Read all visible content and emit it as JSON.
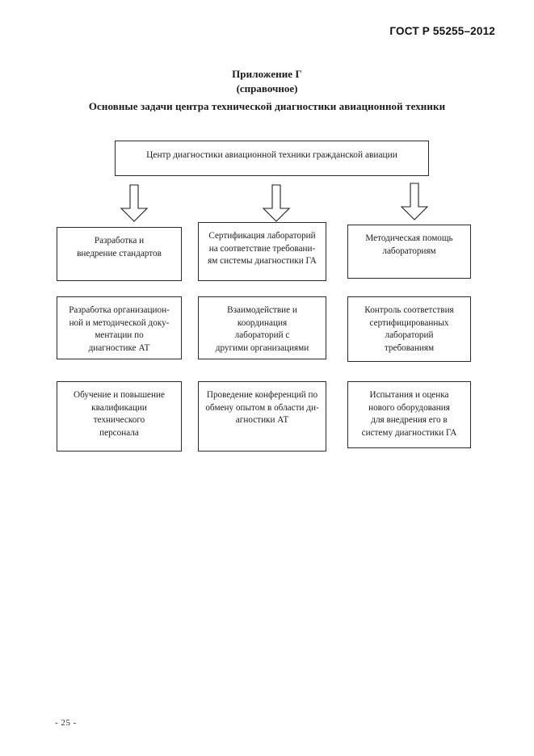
{
  "document": {
    "standard_header": "ГОСТ Р 55255–2012",
    "annex_label": "Приложение  Г",
    "annex_kind": "(справочное)",
    "annex_heading": "Основные задачи центра технической диагностики авиационной техники",
    "page_number": "- 25 -"
  },
  "diagram": {
    "root": {
      "label": "Центр диагностики авиационной техники гражданской авиации"
    },
    "arrows": [
      {
        "name": "arrow-down-left",
        "glyph": "down-arrow"
      },
      {
        "name": "arrow-down-center",
        "glyph": "down-arrow"
      },
      {
        "name": "arrow-down-right",
        "glyph": "down-arrow"
      }
    ],
    "tasks": [
      {
        "id": "task-1",
        "column": 1,
        "row": 1,
        "label": "Разработка и\nвнедрение стандартов"
      },
      {
        "id": "task-2",
        "column": 2,
        "row": 1,
        "label": "Сертификация лабораторий\nна соответствие требовани-\nям системы диагностики ГА"
      },
      {
        "id": "task-3",
        "column": 3,
        "row": 1,
        "label": "Методическая  помощь\nлабораториям"
      },
      {
        "id": "task-4",
        "column": 1,
        "row": 2,
        "label": "Разработка организацион-\nной и методической доку-\nментации по\nдиагностике АТ"
      },
      {
        "id": "task-5",
        "column": 2,
        "row": 2,
        "label": "Взаимодействие и\nкоординация\nлабораторий с\nдругими организациями"
      },
      {
        "id": "task-6",
        "column": 3,
        "row": 2,
        "label": "Контроль соответствия\nсертифицированных\nлабораторий\nтребованиям"
      },
      {
        "id": "task-7",
        "column": 1,
        "row": 3,
        "label": "Обучение и повышение\nквалификации\nтехнического\nперсонала"
      },
      {
        "id": "task-8",
        "column": 2,
        "row": 3,
        "label": "Проведение конференций по\nобмену опытом в области ди-\nагностики АТ"
      },
      {
        "id": "task-9",
        "column": 3,
        "row": 3,
        "label": "Испытания и оценка\nнового оборудования\nдля внедрения его в\nсистему диагностики ГА"
      }
    ]
  },
  "colors": {
    "page_background": "#ffffff",
    "text": "#1c1c1c",
    "box_border": "#2b2b2b"
  }
}
